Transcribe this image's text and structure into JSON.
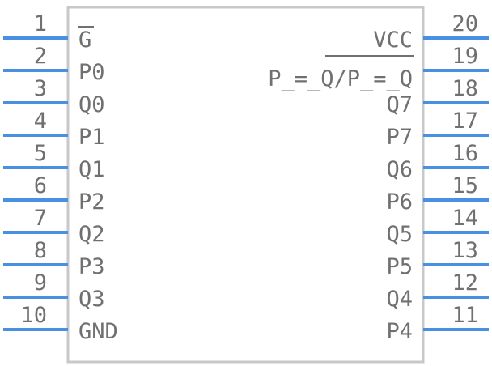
{
  "component": {
    "left_pins": [
      {
        "number": "1",
        "name": "G"
      },
      {
        "number": "2",
        "name": "P0"
      },
      {
        "number": "3",
        "name": "Q0"
      },
      {
        "number": "4",
        "name": "P1"
      },
      {
        "number": "5",
        "name": "Q1"
      },
      {
        "number": "6",
        "name": "P2"
      },
      {
        "number": "7",
        "name": "Q2"
      },
      {
        "number": "8",
        "name": "P3"
      },
      {
        "number": "9",
        "name": "Q3"
      },
      {
        "number": "10",
        "name": "GND"
      }
    ],
    "right_pins": [
      {
        "number": "20",
        "name": "VCC"
      },
      {
        "number": "19",
        "name": "P_=_Q/P_=_Q"
      },
      {
        "number": "18",
        "name": "Q7"
      },
      {
        "number": "17",
        "name": "P7"
      },
      {
        "number": "16",
        "name": "Q6"
      },
      {
        "number": "15",
        "name": "P6"
      },
      {
        "number": "14",
        "name": "Q5"
      },
      {
        "number": "13",
        "name": "P5"
      },
      {
        "number": "12",
        "name": "Q4"
      },
      {
        "number": "11",
        "name": "P4"
      }
    ]
  },
  "colors": {
    "pin_line": "#4a90e2",
    "body_outline": "#c8c8c8",
    "text": "#707070"
  }
}
